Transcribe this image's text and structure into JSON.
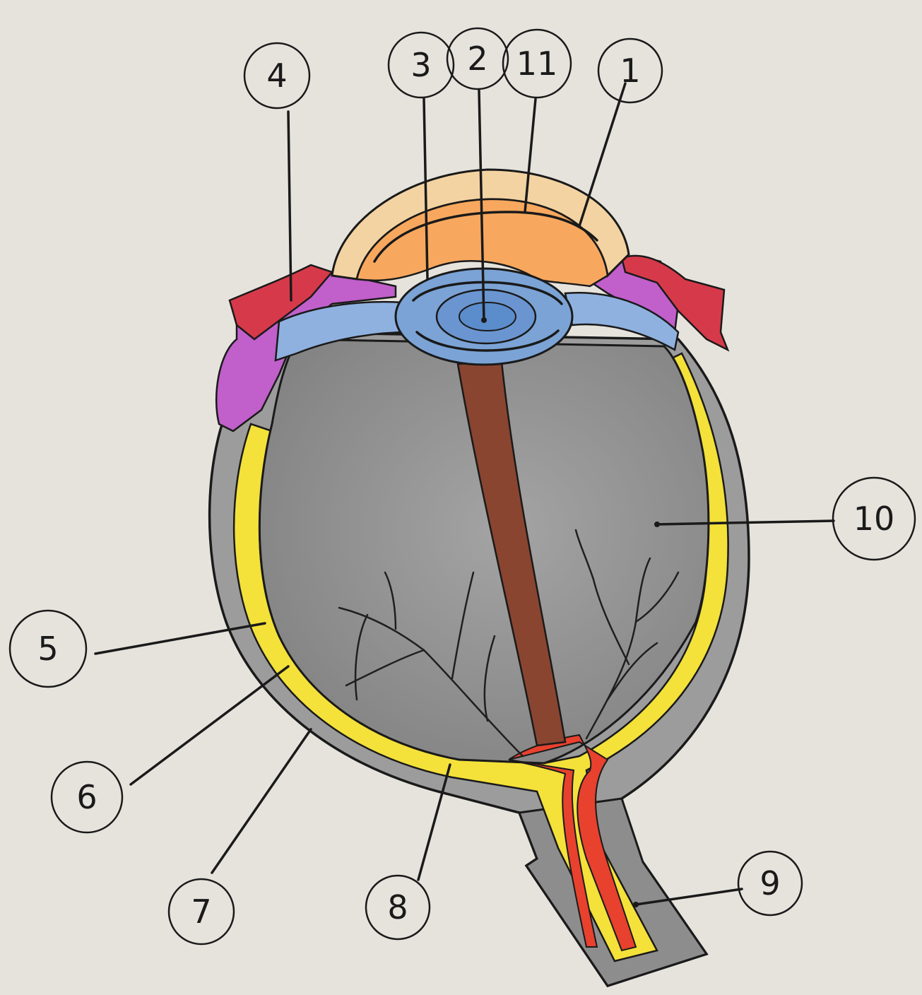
{
  "diagram": {
    "labels": [
      {
        "id": "label-1",
        "text": "1"
      },
      {
        "id": "label-2",
        "text": "2"
      },
      {
        "id": "label-3",
        "text": "3"
      },
      {
        "id": "label-4",
        "text": "4"
      },
      {
        "id": "label-5",
        "text": "5"
      },
      {
        "id": "label-6",
        "text": "6"
      },
      {
        "id": "label-7",
        "text": "7"
      },
      {
        "id": "label-8",
        "text": "8"
      },
      {
        "id": "label-9",
        "text": "9"
      },
      {
        "id": "label-10",
        "text": "10"
      },
      {
        "id": "label-11",
        "text": "11"
      }
    ],
    "colors": {
      "paper": "#e6e3dd",
      "cornea": "#f4d3a2",
      "aqueous": "#f7a85e",
      "iris": "#b85cc5",
      "ciliary": "#d63a4a",
      "lens": "#7ba3d6",
      "vitreous": "#8e8e8e",
      "sclera": "#9a9a9a",
      "retina_choroid": "#f2e23a",
      "optic_artery": "#8a4530",
      "optic_disc": "#e8412e"
    }
  }
}
